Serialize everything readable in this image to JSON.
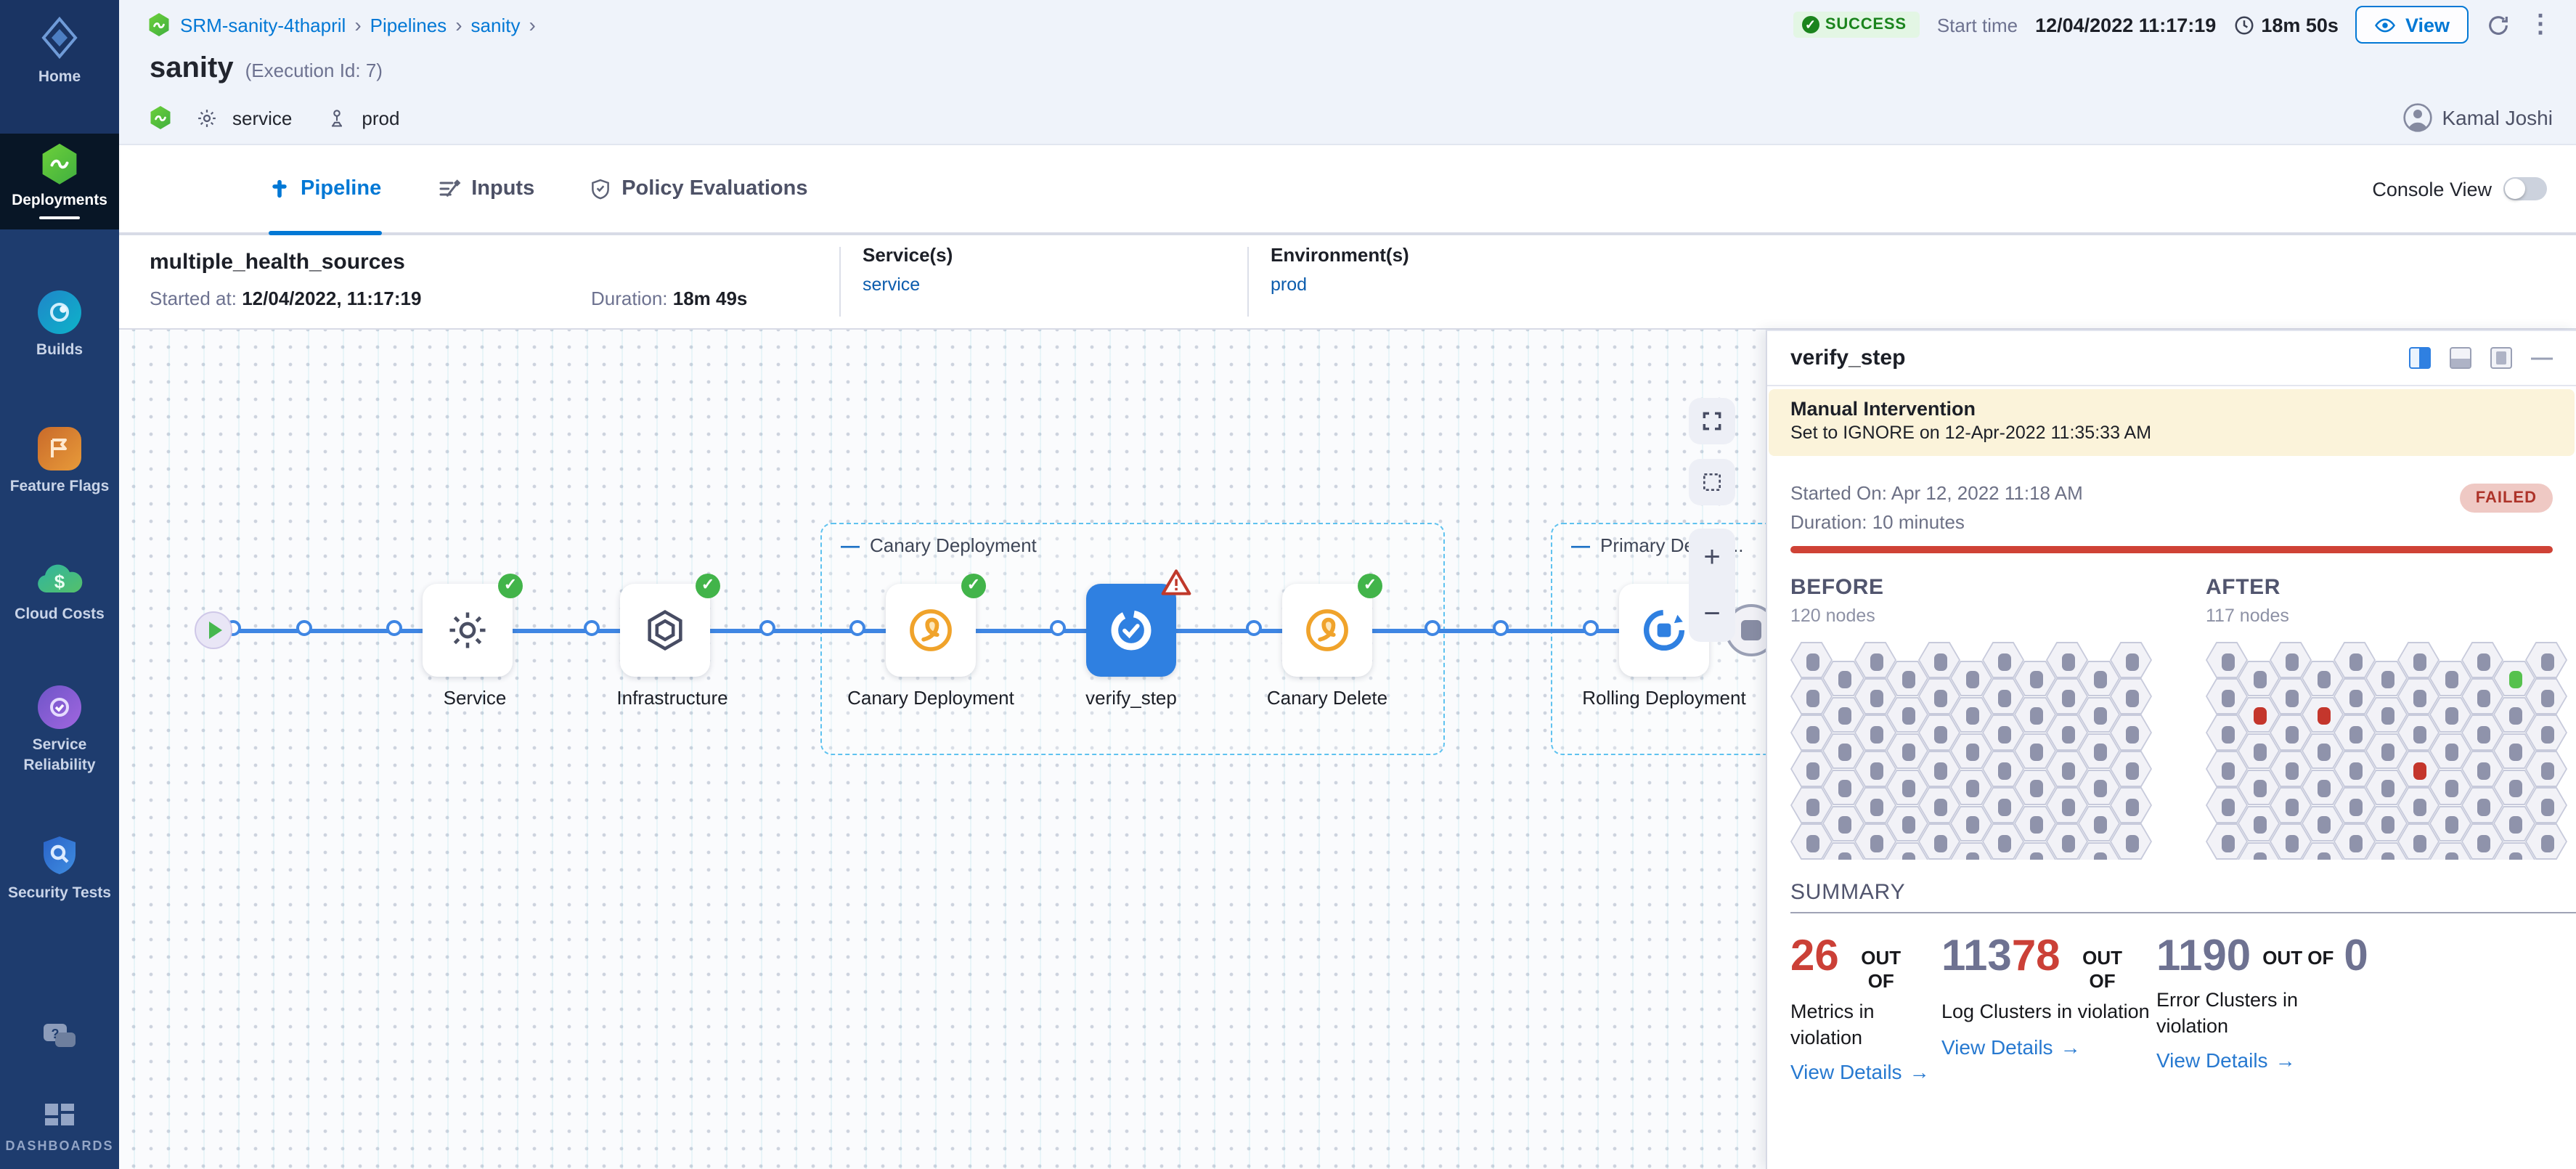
{
  "icons": {
    "chevron_right": "›",
    "arrow_right": "→",
    "kebab": "⋮",
    "check": "✓",
    "minus": "−",
    "plus": "+",
    "dash": "—",
    "gear": "⚙",
    "question": "?"
  },
  "sidebar": {
    "items": [
      {
        "label": "Home"
      },
      {
        "label": "Deployments"
      },
      {
        "label": "Builds"
      },
      {
        "label": "Feature Flags"
      },
      {
        "label": "Cloud Costs"
      },
      {
        "label": "Service Reliability"
      },
      {
        "label": "Security Tests"
      },
      {
        "label": "DASHBOARDS"
      }
    ]
  },
  "breadcrumb": {
    "items": [
      "SRM-sanity-4thapril",
      "Pipelines",
      "sanity"
    ]
  },
  "header": {
    "status": "SUCCESS",
    "start_time_label": "Start time",
    "start_time": "12/04/2022 11:17:19",
    "elapsed": "18m 50s",
    "view_label": "View",
    "title": "sanity",
    "execution_id": "(Execution Id: 7)",
    "service_chip": "service",
    "env_chip": "prod",
    "user": "Kamal Joshi"
  },
  "tabs": {
    "pipeline": "Pipeline",
    "inputs": "Inputs",
    "policy": "Policy Evaluations",
    "console_view": "Console View"
  },
  "stage": {
    "name": "multiple_health_sources",
    "started_label": "Started at:",
    "started": "12/04/2022, 11:17:19",
    "duration_label": "Duration:",
    "duration": "18m 49s",
    "services_label": "Service(s)",
    "service": "service",
    "envs_label": "Environment(s)",
    "env": "prod"
  },
  "pipeline": {
    "groups": [
      {
        "label": "Canary Deployment"
      },
      {
        "label": "Primary Deploy..."
      }
    ],
    "nodes": [
      {
        "label": "Service",
        "status": "success"
      },
      {
        "label": "Infrastructure",
        "status": "success"
      },
      {
        "label": "Canary Deployment",
        "status": "success"
      },
      {
        "label": "verify_step",
        "status": "warning"
      },
      {
        "label": "Canary Delete",
        "status": "success"
      },
      {
        "label": "Rolling Deployment",
        "status": "success"
      }
    ]
  },
  "panel": {
    "title": "verify_step",
    "banner_title": "Manual Intervention",
    "banner_text": "Set to IGNORE on 12-Apr-2022 11:35:33 AM",
    "started": "Started On: Apr 12, 2022 11:18 AM",
    "duration": "Duration: 10 minutes",
    "status": "FAILED",
    "before": {
      "label": "BEFORE",
      "nodes": "120 nodes"
    },
    "after": {
      "label": "AFTER",
      "nodes": "117 nodes"
    },
    "after_highlights": {
      "green": [
        [
          9,
          0
        ]
      ],
      "red": [
        [
          1,
          1
        ],
        [
          3,
          1
        ],
        [
          6,
          3
        ]
      ]
    },
    "grid": {
      "cols": 11,
      "rows": 6
    },
    "summary_title": "SUMMARY",
    "stats": [
      {
        "value_red": "26",
        "out_of": "OUT OF",
        "label": "Metrics in violation",
        "link": "View Details"
      },
      {
        "value_gray_prefix": "113",
        "value_red": "78",
        "out_of": "OUT OF",
        "label": "Log Clusters in violation",
        "link": "View Details"
      },
      {
        "value_gray_prefix": "1190",
        "out_of": "OUT OF",
        "value_gray_suffix": "0",
        "label": "Error Clusters in violation",
        "link": "View Details"
      }
    ]
  }
}
